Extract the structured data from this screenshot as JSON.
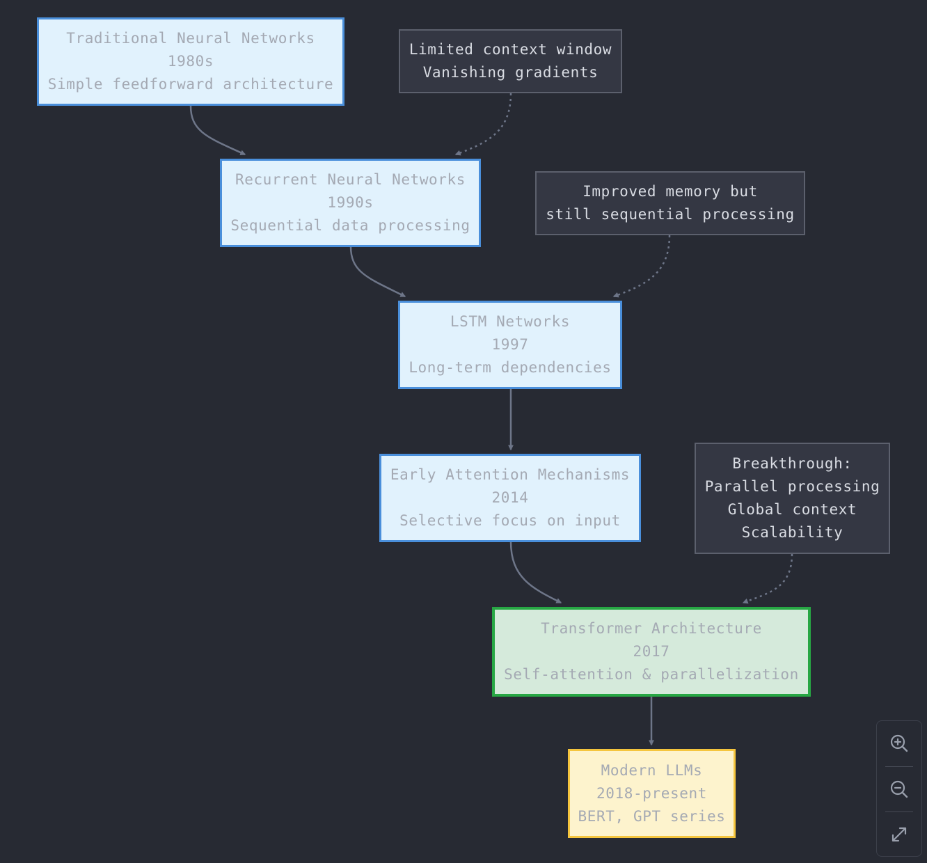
{
  "diagram": {
    "nodes": [
      {
        "id": "traditional",
        "lines": [
          "Traditional Neural Networks",
          "1980s",
          "Simple feedforward architecture"
        ]
      },
      {
        "id": "rnn",
        "lines": [
          "Recurrent Neural Networks",
          "1990s",
          "Sequential data processing"
        ]
      },
      {
        "id": "lstm",
        "lines": [
          "LSTM Networks",
          "1997",
          "Long-term dependencies"
        ]
      },
      {
        "id": "attention",
        "lines": [
          "Early Attention Mechanisms",
          "2014",
          "Selective focus on input"
        ]
      },
      {
        "id": "transformer",
        "lines": [
          "Transformer Architecture",
          "2017",
          "Self-attention & parallelization"
        ]
      },
      {
        "id": "modern",
        "lines": [
          "Modern LLMs",
          "2018-present",
          "BERT, GPT series"
        ]
      }
    ],
    "notes": [
      {
        "id": "note_limits",
        "lines": [
          "Limited context window",
          "Vanishing gradients"
        ]
      },
      {
        "id": "note_memory",
        "lines": [
          "Improved memory but",
          "still sequential processing"
        ]
      },
      {
        "id": "note_breakthrough",
        "lines": [
          "Breakthrough:",
          "Parallel processing",
          "Global context",
          "Scalability"
        ]
      }
    ],
    "edges": [
      {
        "from": "traditional",
        "to": "rnn",
        "style": "solid"
      },
      {
        "from": "rnn",
        "to": "lstm",
        "style": "solid"
      },
      {
        "from": "lstm",
        "to": "attention",
        "style": "solid"
      },
      {
        "from": "attention",
        "to": "transformer",
        "style": "solid"
      },
      {
        "from": "transformer",
        "to": "modern",
        "style": "solid"
      },
      {
        "from": "note_limits",
        "to": "rnn",
        "style": "dotted"
      },
      {
        "from": "note_memory",
        "to": "lstm",
        "style": "dotted"
      },
      {
        "from": "note_breakthrough",
        "to": "transformer",
        "style": "dotted"
      }
    ],
    "colors": {
      "background": "#272a33",
      "era_fill": "#e1f2fd",
      "era_border": "#4a8fdb",
      "transformer_fill": "#d5eadb",
      "transformer_border": "#27a744",
      "modern_fill": "#fdf3cd",
      "modern_border": "#f5c53e",
      "note_fill": "#343743",
      "note_border": "#5c606d",
      "edge": "#6e7689"
    }
  },
  "controls": {
    "zoom_in_icon": "zoom-in-icon",
    "zoom_out_icon": "zoom-out-icon",
    "fit_icon": "expand-icon"
  }
}
